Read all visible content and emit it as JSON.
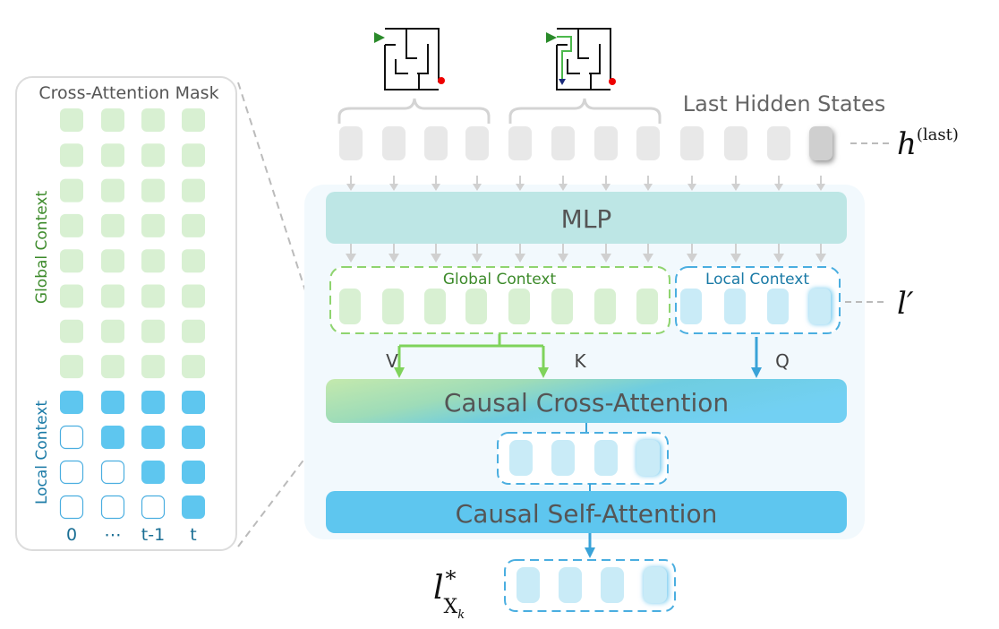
{
  "mask_panel": {
    "title": "Cross-Attention Mask",
    "global_label": "Global Context",
    "local_label": "Local Context",
    "column_labels": [
      "0",
      "⋯",
      "t-1",
      "t"
    ],
    "global_rows": 8,
    "local_pattern": [
      [
        1,
        1,
        1,
        1
      ],
      [
        0,
        1,
        1,
        1
      ],
      [
        0,
        0,
        1,
        1
      ],
      [
        0,
        0,
        0,
        1
      ]
    ]
  },
  "top": {
    "last_hidden_states_label": "Last Hidden States",
    "h_last_symbol": "h",
    "h_last_superscript": "(last)",
    "token_count": 12,
    "maze_icons": [
      "maze-input-icon",
      "maze-solution-icon"
    ]
  },
  "model": {
    "mlp_label": "MLP",
    "global_context_label": "Global Context",
    "local_context_label": "Local Context",
    "global_token_count": 8,
    "local_token_count": 4,
    "l_prime_symbol": "l′",
    "v_label": "V",
    "k_label": "K",
    "q_label": "Q",
    "cross_attention_label": "Causal Cross-Attention",
    "self_attention_label": "Causal Self-Attention",
    "intermediate_token_count": 4
  },
  "output": {
    "symbol": "l",
    "superscript": "*",
    "subscript": "X",
    "subscript_sub": "k",
    "token_count": 4
  },
  "colors": {
    "green_token": "#d8f0d2",
    "green_dash": "#8fd46f",
    "green_text": "#3c8a2a",
    "blue_token": "#c9ebf7",
    "blue_dash": "#4aaee0",
    "blue_text": "#1a7aa6",
    "blue_fill": "#5ec6ef",
    "gray_token": "#e8e8e8",
    "mlp_fill": "#bde6e5",
    "panel_bg": "#f2f9fd"
  }
}
